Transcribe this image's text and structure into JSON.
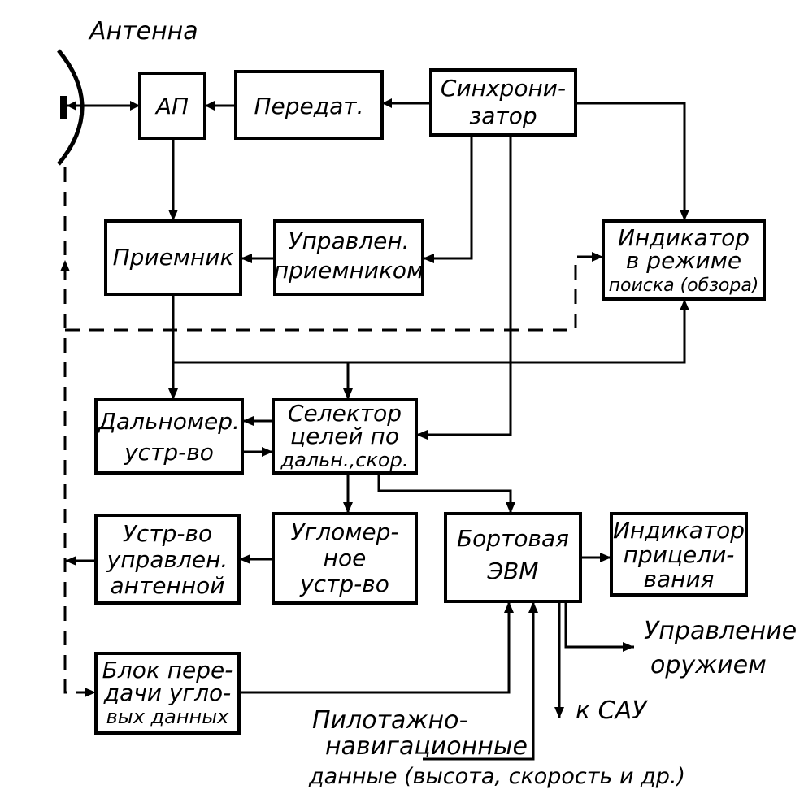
{
  "antenna_label": "Антенна",
  "blocks": {
    "ap": [
      "АП"
    ],
    "transmitter": [
      "Передат."
    ],
    "synchronizer": [
      "Синхрони-",
      "затор"
    ],
    "receiver": [
      "Приемник"
    ],
    "receiver_control": [
      "Управлен.",
      "приемником"
    ],
    "search_indicator": [
      "Индикатор",
      "в режиме",
      "поиска (обзора)"
    ],
    "rangefinder": [
      "Дальномер.",
      "устр-во"
    ],
    "target_selector": [
      "Селектор",
      "целей по",
      "дальн.,скор."
    ],
    "antenna_control": [
      "Устр-во",
      "управлен.",
      "антенной"
    ],
    "angle_meter": [
      "Угломер-",
      "ное",
      "устр-во"
    ],
    "onboard_computer": [
      "Бортовая",
      "ЭВМ"
    ],
    "aiming_indicator": [
      "Индикатор",
      "прицели-",
      "вания"
    ],
    "angle_data_unit": [
      "Блок пере-",
      "дачи угло-",
      "вых данных"
    ]
  },
  "outputs": {
    "weapon_control": [
      "Управление",
      "оружием"
    ],
    "to_sau": "к САУ",
    "flight_nav_data": [
      "Пилотажно-",
      "навигационные",
      "данные (высота, скорость и др.)"
    ]
  }
}
